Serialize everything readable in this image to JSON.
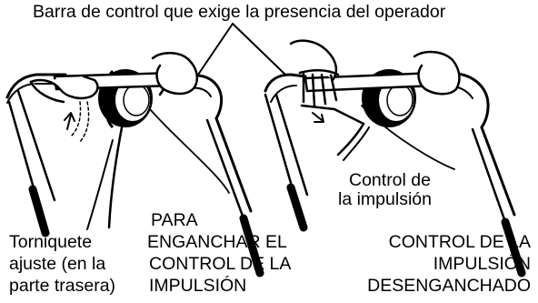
{
  "labels": {
    "operator_bar": "Barra de control que exige la presencia del operador",
    "drive_control_line1": "Control de",
    "drive_control_line2": "la impulsión",
    "tourniquet_line1": "Torniquete",
    "tourniquet_line2": "ajuste (en la",
    "tourniquet_line3": "parte trasera)",
    "engage_line1": "PARA",
    "engage_line2": "ENGANCHAR EL",
    "engage_line3": "CONTROL DE LA",
    "engage_line4": "IMPULSIÓN",
    "disengaged_line1": "CONTROL DE LA",
    "disengaged_line2": "IMPULSIÓN",
    "disengaged_line3": "DESENGANCHADO"
  }
}
